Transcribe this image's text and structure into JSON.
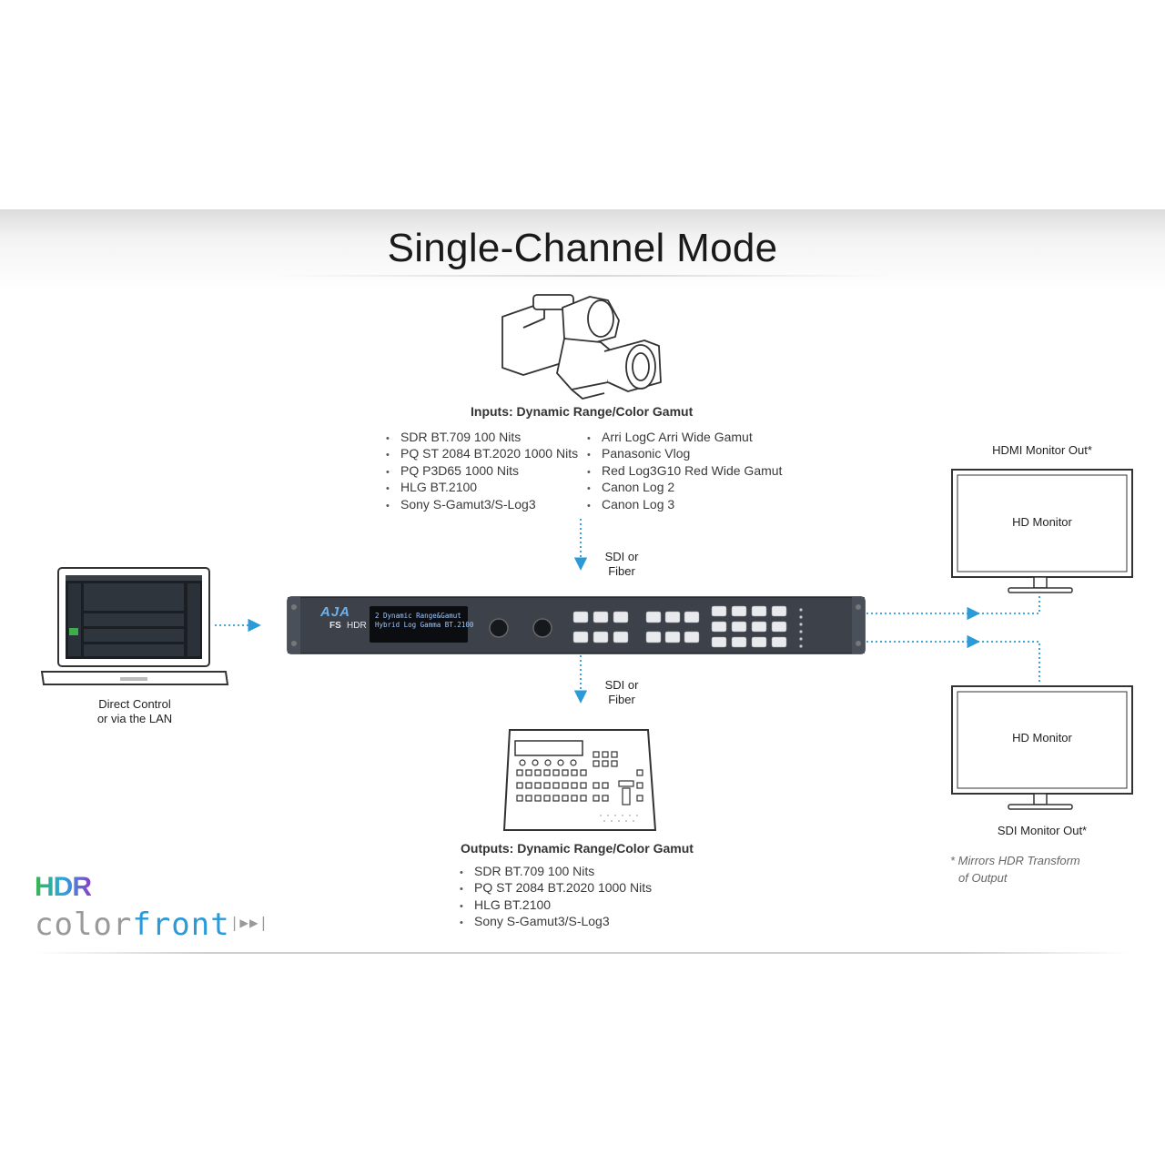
{
  "title": "Single-Channel Mode",
  "inputs": {
    "heading": "Inputs: Dynamic Range/Color Gamut",
    "col1": [
      "SDR BT.709 100 Nits",
      "PQ  ST 2084 BT.2020 1000 Nits",
      "PQ P3D65 1000 Nits",
      "HLG BT.2100",
      "Sony S-Gamut3/S-Log3"
    ],
    "col2": [
      "Arri LogC Arri Wide Gamut",
      "Panasonic Vlog",
      "Red Log3G10 Red Wide Gamut",
      "Canon Log 2",
      "Canon Log 3"
    ]
  },
  "outputs": {
    "heading": "Outputs: Dynamic Range/Color Gamut",
    "items": [
      "SDR BT.709 100 Nits",
      "PQ  ST 2084 BT.2020 1000 Nits",
      "HLG BT.2100",
      "Sony S-Gamut3/S-Log3"
    ]
  },
  "sdi_in": {
    "line1": "SDI or",
    "line2": "Fiber"
  },
  "sdi_out": {
    "line1": "SDI or",
    "line2": "Fiber"
  },
  "laptop_caption": {
    "line1": "Direct Control",
    "line2": "or via the LAN"
  },
  "hdmi_heading": "HDMI Monitor Out*",
  "sdi_monitor_heading": "SDI Monitor Out*",
  "monitor_top_label": "HD Monitor",
  "monitor_bottom_label": "HD Monitor",
  "note": {
    "line1": "* Mirrors HDR Transform",
    "line2": "of Output"
  },
  "device": {
    "brand": "AJA",
    "model_fs": "FS",
    "model_hdr": "HDR",
    "display_line1": "2  Dynamic Range&Gamut",
    "display_line2": "Hybrid Log Gamma BT.2100"
  },
  "logo": {
    "hdr": "HDR",
    "colorfront_a": "color",
    "colorfront_b": "front"
  },
  "colors": {
    "arrow": "#2a9bd8",
    "title": "#1a1a1a",
    "device_body": "#3c414a",
    "display_text": "#9ec8ff"
  }
}
